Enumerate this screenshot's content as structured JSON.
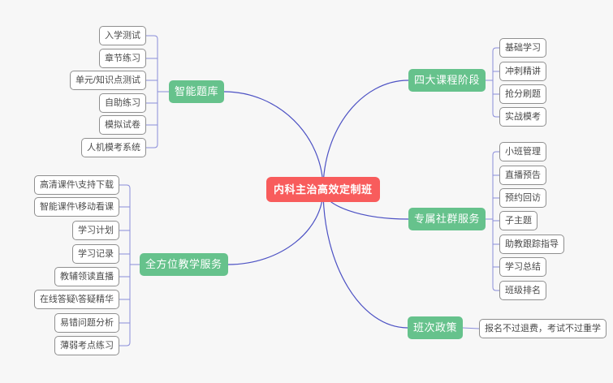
{
  "colors": {
    "background": "#f7f7f7",
    "center_bg": "#f85c5c",
    "center_text": "#ffffff",
    "branch_bg": "#66c28c",
    "branch_text": "#ffffff",
    "line_main": "#4d52c4",
    "line_sub": "#8a8dda",
    "topic_border": "#8f8f8f",
    "topic_text": "#4a4a4a",
    "topic_bg": "#ffffff"
  },
  "mindmap": {
    "root": {
      "label": "内科主治高效定制班"
    },
    "branches": [
      {
        "label": "智能题库",
        "side": "left",
        "children": [
          "入学测试",
          "章节练习",
          "单元/知识点测试",
          "自助练习",
          "模拟试卷",
          "人机模考系统"
        ]
      },
      {
        "label": "全方位教学服务",
        "side": "left",
        "children": [
          "高清课件\\支持下载",
          "智能课件\\移动看课",
          "学习计划",
          "学习记录",
          "教辅领读直播",
          "在线答疑\\答疑精华",
          "易错问题分析",
          "薄弱考点练习"
        ]
      },
      {
        "label": "四大课程阶段",
        "side": "right",
        "children": [
          "基础学习",
          "冲刺精讲",
          "抢分刷题",
          "实战模考"
        ]
      },
      {
        "label": "专属社群服务",
        "side": "right",
        "children": [
          "小班管理",
          "直播预告",
          "预约回访",
          "子主题",
          "助教跟踪指导",
          "学习总结",
          "班级排名"
        ]
      },
      {
        "label": "班次政策",
        "side": "right",
        "children": [
          "报名不过退费，考试不过重学"
        ]
      }
    ]
  }
}
